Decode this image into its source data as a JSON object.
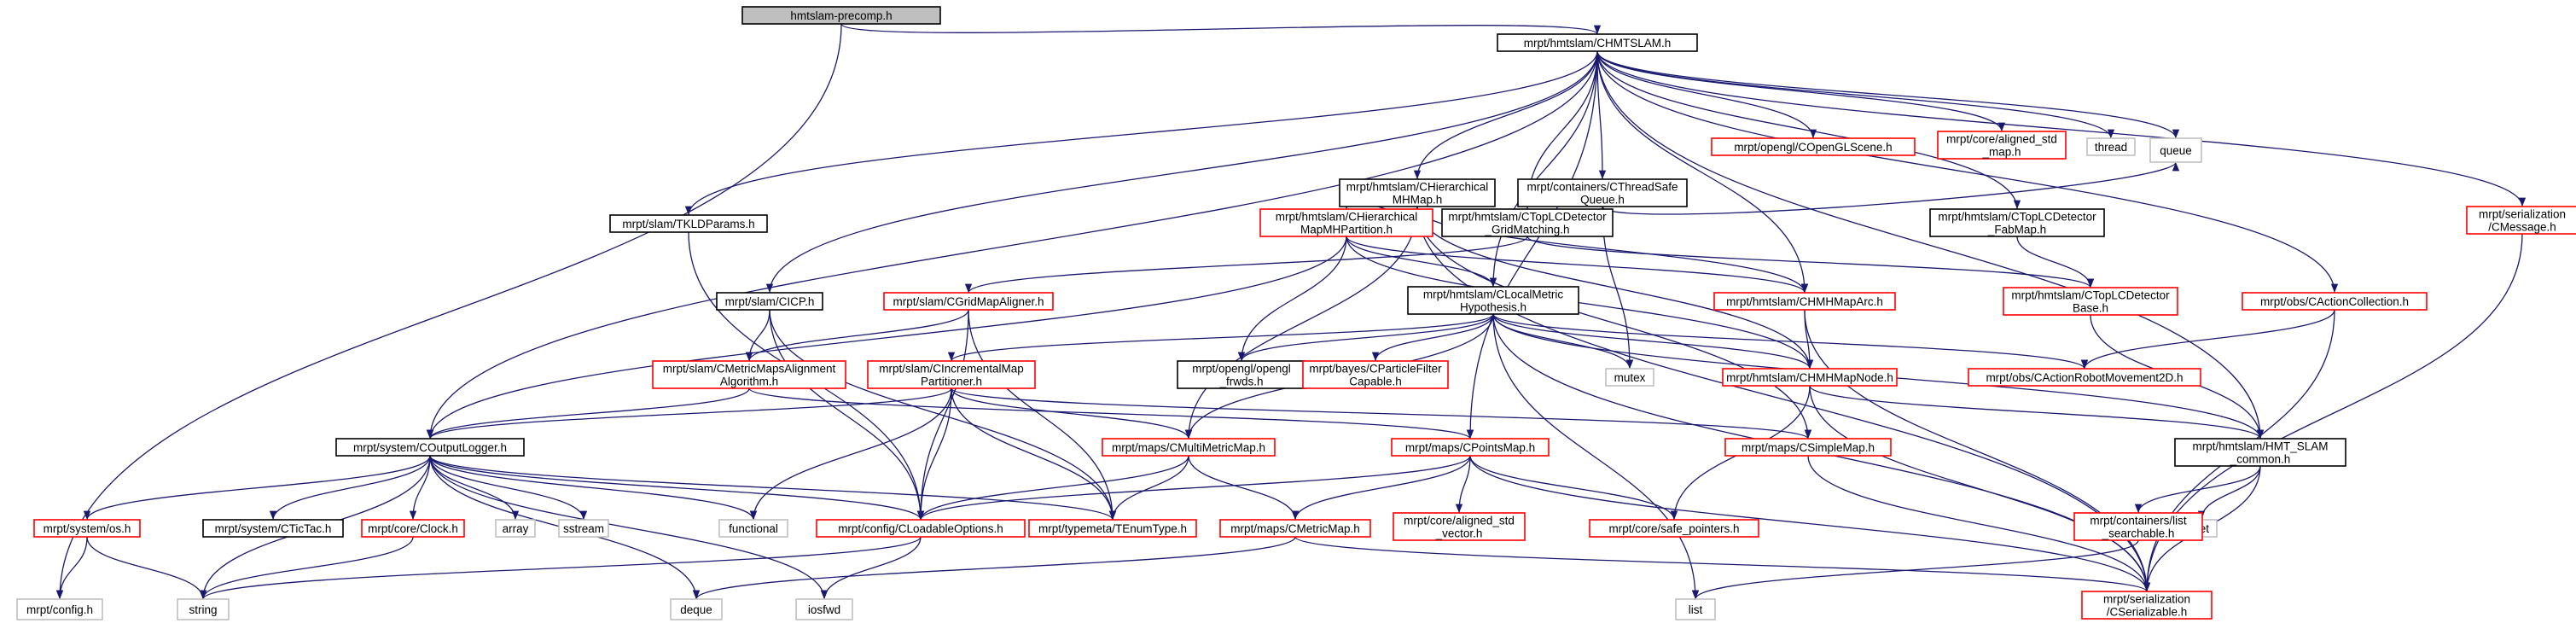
{
  "colors": {
    "edge": "#191970",
    "border_black": "#000000",
    "border_red": "#ff0000",
    "border_gray": "#bfbfbf",
    "root_fill": "#bfbfbf",
    "node_fill": "#ffffff"
  },
  "nodes": {
    "hmtslam_precomp": {
      "lines": [
        "hmtslam-precomp.h"
      ],
      "style": "root"
    },
    "chmtslam": {
      "lines": [
        "mrpt/hmtslam/CHMTSLAM.h"
      ],
      "style": "black"
    },
    "config_h": {
      "lines": [
        "mrpt/config.h"
      ],
      "style": "gray"
    },
    "tkldparams": {
      "lines": [
        "mrpt/slam/TKLDParams.h"
      ],
      "style": "black"
    },
    "chierarchicalmhmap": {
      "lines": [
        "mrpt/hmtslam/CHierarchical",
        "MHMap.h"
      ],
      "style": "black"
    },
    "cthreadsafequeue": {
      "lines": [
        "mrpt/containers/CThreadSafe",
        "Queue.h"
      ],
      "style": "black"
    },
    "copenglscene": {
      "lines": [
        "mrpt/opengl/COpenGLScene.h"
      ],
      "style": "red"
    },
    "aligned_std_map": {
      "lines": [
        "mrpt/core/aligned_std",
        "_map.h"
      ],
      "style": "red"
    },
    "thread": {
      "lines": [
        "thread"
      ],
      "style": "gray"
    },
    "queue": {
      "lines": [
        "queue"
      ],
      "style": "gray"
    },
    "cmessage": {
      "lines": [
        "mrpt/serialization",
        "/CMessage.h"
      ],
      "style": "red"
    },
    "chierarchicalmhmappartition": {
      "lines": [
        "mrpt/hmtslam/CHierarchical",
        "MapMHPartition.h"
      ],
      "style": "red"
    },
    "ctoplcdetector_gridmatching": {
      "lines": [
        "mrpt/hmtslam/CTopLCDetector",
        "_GridMatching.h"
      ],
      "style": "black"
    },
    "ctoplcdetector_fabmap": {
      "lines": [
        "mrpt/hmtslam/CTopLCDetector",
        "_FabMap.h"
      ],
      "style": "black"
    },
    "cicp": {
      "lines": [
        "mrpt/slam/CICP.h"
      ],
      "style": "black"
    },
    "cgridmapaligner": {
      "lines": [
        "mrpt/slam/CGridMapAligner.h"
      ],
      "style": "red"
    },
    "clocalmetrichypothesis": {
      "lines": [
        "mrpt/hmtslam/CLocalMetric",
        "Hypothesis.h"
      ],
      "style": "black"
    },
    "chmhmaparc": {
      "lines": [
        "mrpt/hmtslam/CHMHMapArc.h"
      ],
      "style": "red"
    },
    "ctoplcdetectorbase": {
      "lines": [
        "mrpt/hmtslam/CTopLCDetector",
        "Base.h"
      ],
      "style": "red"
    },
    "cactioncollection": {
      "lines": [
        "mrpt/obs/CActionCollection.h"
      ],
      "style": "red"
    },
    "cmetricmapsalignmentalgorithm": {
      "lines": [
        "mrpt/slam/CMetricMapsAlignment",
        "Algorithm.h"
      ],
      "style": "red"
    },
    "cincrementalmappartitioner": {
      "lines": [
        "mrpt/slam/CIncrementalMap",
        "Partitioner.h"
      ],
      "style": "red"
    },
    "opengl_frwds": {
      "lines": [
        "mrpt/opengl/opengl",
        "_frwds.h"
      ],
      "style": "black"
    },
    "cparticlefiltercapable": {
      "lines": [
        "mrpt/bayes/CParticleFilter",
        "Capable.h"
      ],
      "style": "red"
    },
    "mutex": {
      "lines": [
        "mutex"
      ],
      "style": "gray"
    },
    "chmhmapnode": {
      "lines": [
        "mrpt/hmtslam/CHMHMapNode.h"
      ],
      "style": "red"
    },
    "cactionrobotmovement2d": {
      "lines": [
        "mrpt/obs/CActionRobotMovement2D.h"
      ],
      "style": "red"
    },
    "coutputlogger": {
      "lines": [
        "mrpt/system/COutputLogger.h"
      ],
      "style": "black"
    },
    "cmultimetricmap": {
      "lines": [
        "mrpt/maps/CMultiMetricMap.h"
      ],
      "style": "red"
    },
    "cpointsmap": {
      "lines": [
        "mrpt/maps/CPointsMap.h"
      ],
      "style": "red"
    },
    "csimplemap": {
      "lines": [
        "mrpt/maps/CSimpleMap.h"
      ],
      "style": "red"
    },
    "hmt_slam_common": {
      "lines": [
        "mrpt/hmtslam/HMT_SLAM",
        "_common.h"
      ],
      "style": "black"
    },
    "os_h": {
      "lines": [
        "mrpt/system/os.h"
      ],
      "style": "red"
    },
    "cticktac": {
      "lines": [
        "mrpt/system/CTicTac.h"
      ],
      "style": "black"
    },
    "clock": {
      "lines": [
        "mrpt/core/Clock.h"
      ],
      "style": "red"
    },
    "array": {
      "lines": [
        "array"
      ],
      "style": "gray"
    },
    "sstream": {
      "lines": [
        "sstream"
      ],
      "style": "gray"
    },
    "functional": {
      "lines": [
        "functional"
      ],
      "style": "gray"
    },
    "cloadableoptions": {
      "lines": [
        "mrpt/config/CLoadableOptions.h"
      ],
      "style": "red"
    },
    "tenumtype": {
      "lines": [
        "mrpt/typemeta/TEnumType.h"
      ],
      "style": "red"
    },
    "cmetricmap": {
      "lines": [
        "mrpt/maps/CMetricMap.h"
      ],
      "style": "red"
    },
    "aligned_std_vector": {
      "lines": [
        "mrpt/core/aligned_std",
        "_vector.h"
      ],
      "style": "red"
    },
    "safe_pointers": {
      "lines": [
        "mrpt/core/safe_pointers.h"
      ],
      "style": "red"
    },
    "set": {
      "lines": [
        "set"
      ],
      "style": "gray"
    },
    "list_searchable": {
      "lines": [
        "mrpt/containers/list",
        "_searchable.h"
      ],
      "style": "red"
    },
    "string": {
      "lines": [
        "string"
      ],
      "style": "gray"
    },
    "deque": {
      "lines": [
        "deque"
      ],
      "style": "gray"
    },
    "iosfwd": {
      "lines": [
        "iosfwd"
      ],
      "style": "gray"
    },
    "list": {
      "lines": [
        "list"
      ],
      "style": "gray"
    },
    "cserializable": {
      "lines": [
        "mrpt/serialization",
        "/CSerializable.h"
      ],
      "style": "red"
    }
  },
  "edges": [
    [
      "hmtslam_precomp",
      "chmtslam"
    ],
    [
      "hmtslam_precomp",
      "config_h"
    ],
    [
      "chmtslam",
      "tkldparams"
    ],
    [
      "chmtslam",
      "coutputlogger"
    ],
    [
      "chmtslam",
      "cicp"
    ],
    [
      "chmtslam",
      "chierarchicalmhmap"
    ],
    [
      "chmtslam",
      "cthreadsafequeue"
    ],
    [
      "chmtslam",
      "copenglscene"
    ],
    [
      "chmtslam",
      "aligned_std_map"
    ],
    [
      "chmtslam",
      "thread"
    ],
    [
      "chmtslam",
      "queue"
    ],
    [
      "chmtslam",
      "cmessage"
    ],
    [
      "chmtslam",
      "cactioncollection"
    ],
    [
      "chmtslam",
      "hmt_slam_common"
    ],
    [
      "chmtslam",
      "clocalmetrichypothesis"
    ],
    [
      "chmtslam",
      "ctoplcdetector_gridmatching"
    ],
    [
      "chmtslam",
      "ctoplcdetector_fabmap"
    ],
    [
      "chmtslam",
      "cpointsmap"
    ],
    [
      "chmtslam",
      "chmhmaparc"
    ],
    [
      "tkldparams",
      "cloadableoptions"
    ],
    [
      "chierarchicalmhmap",
      "chierarchicalmhmappartition"
    ],
    [
      "chierarchicalmhmap",
      "chmhmaparc"
    ],
    [
      "chierarchicalmhmap",
      "chmhmapnode"
    ],
    [
      "chierarchicalmhmap",
      "cmultimetricmap"
    ],
    [
      "chierarchicalmhmap",
      "csimplemap"
    ],
    [
      "chierarchicalmhmap",
      "cserializable"
    ],
    [
      "cthreadsafequeue",
      "mutex"
    ],
    [
      "cthreadsafequeue",
      "queue"
    ],
    [
      "cmessage",
      "cserializable"
    ],
    [
      "chierarchicalmhmappartition",
      "coutputlogger"
    ],
    [
      "chierarchicalmhmappartition",
      "clocalmetrichypothesis"
    ],
    [
      "chierarchicalmhmappartition",
      "chmhmapnode"
    ],
    [
      "chierarchicalmhmappartition",
      "chmhmaparc"
    ],
    [
      "chierarchicalmhmappartition",
      "opengl_frwds"
    ],
    [
      "ctoplcdetector_gridmatching",
      "cgridmapaligner"
    ],
    [
      "ctoplcdetector_gridmatching",
      "ctoplcdetectorbase"
    ],
    [
      "ctoplcdetector_fabmap",
      "ctoplcdetectorbase"
    ],
    [
      "cicp",
      "cmetricmapsalignmentalgorithm"
    ],
    [
      "cicp",
      "cloadableoptions"
    ],
    [
      "cicp",
      "tenumtype"
    ],
    [
      "cgridmapaligner",
      "cmetricmapsalignmentalgorithm"
    ],
    [
      "cgridmapaligner",
      "cloadableoptions"
    ],
    [
      "cgridmapaligner",
      "tenumtype"
    ],
    [
      "clocalmetrichypothesis",
      "opengl_frwds"
    ],
    [
      "clocalmetrichypothesis",
      "cparticlefiltercapable"
    ],
    [
      "clocalmetrichypothesis",
      "mutex"
    ],
    [
      "clocalmetrichypothesis",
      "chmhmapnode"
    ],
    [
      "clocalmetrichypothesis",
      "cactionrobotmovement2d"
    ],
    [
      "clocalmetrichypothesis",
      "cincrementalmappartitioner"
    ],
    [
      "clocalmetrichypothesis",
      "cmultimetricmap"
    ],
    [
      "clocalmetrichypothesis",
      "list"
    ],
    [
      "clocalmetrichypothesis",
      "hmt_slam_common"
    ],
    [
      "clocalmetrichypothesis",
      "cserializable"
    ],
    [
      "chmhmaparc",
      "chmhmapnode"
    ],
    [
      "chmhmaparc",
      "cserializable"
    ],
    [
      "ctoplcdetectorbase",
      "hmt_slam_common"
    ],
    [
      "cactioncollection",
      "cactionrobotmovement2d"
    ],
    [
      "cactioncollection",
      "cserializable"
    ],
    [
      "cmetricmapsalignmentalgorithm",
      "coutputlogger"
    ],
    [
      "cmetricmapsalignmentalgorithm",
      "cpointsmap"
    ],
    [
      "cincrementalmappartitioner",
      "coutputlogger"
    ],
    [
      "cincrementalmappartitioner",
      "cmultimetricmap"
    ],
    [
      "cincrementalmappartitioner",
      "csimplemap"
    ],
    [
      "cincrementalmappartitioner",
      "cloadableoptions"
    ],
    [
      "cincrementalmappartitioner",
      "tenumtype"
    ],
    [
      "cincrementalmappartitioner",
      "functional"
    ],
    [
      "chmhmapnode",
      "hmt_slam_common"
    ],
    [
      "chmhmapnode",
      "safe_pointers"
    ],
    [
      "chmhmapnode",
      "cserializable"
    ],
    [
      "coutputlogger",
      "os_h"
    ],
    [
      "coutputlogger",
      "cticktac"
    ],
    [
      "coutputlogger",
      "clock"
    ],
    [
      "coutputlogger",
      "array"
    ],
    [
      "coutputlogger",
      "sstream"
    ],
    [
      "coutputlogger",
      "functional"
    ],
    [
      "coutputlogger",
      "cloadableoptions"
    ],
    [
      "coutputlogger",
      "tenumtype"
    ],
    [
      "coutputlogger",
      "string"
    ],
    [
      "coutputlogger",
      "deque"
    ],
    [
      "coutputlogger",
      "iosfwd"
    ],
    [
      "cmultimetricmap",
      "cloadableoptions"
    ],
    [
      "cmultimetricmap",
      "tenumtype"
    ],
    [
      "cmultimetricmap",
      "cmetricmap"
    ],
    [
      "cpointsmap",
      "cmetricmap"
    ],
    [
      "cpointsmap",
      "aligned_std_vector"
    ],
    [
      "cpointsmap",
      "safe_pointers"
    ],
    [
      "cpointsmap",
      "cloadableoptions"
    ],
    [
      "cpointsmap",
      "cserializable"
    ],
    [
      "csimplemap",
      "cserializable"
    ],
    [
      "hmt_slam_common",
      "list_searchable"
    ],
    [
      "hmt_slam_common",
      "set"
    ],
    [
      "hmt_slam_common",
      "cserializable"
    ],
    [
      "os_h",
      "config_h"
    ],
    [
      "os_h",
      "string"
    ],
    [
      "clock",
      "string"
    ],
    [
      "cloadableoptions",
      "string"
    ],
    [
      "cloadableoptions",
      "iosfwd"
    ],
    [
      "cmetricmap",
      "deque"
    ],
    [
      "cmetricmap",
      "cserializable"
    ],
    [
      "list_searchable",
      "list"
    ]
  ]
}
